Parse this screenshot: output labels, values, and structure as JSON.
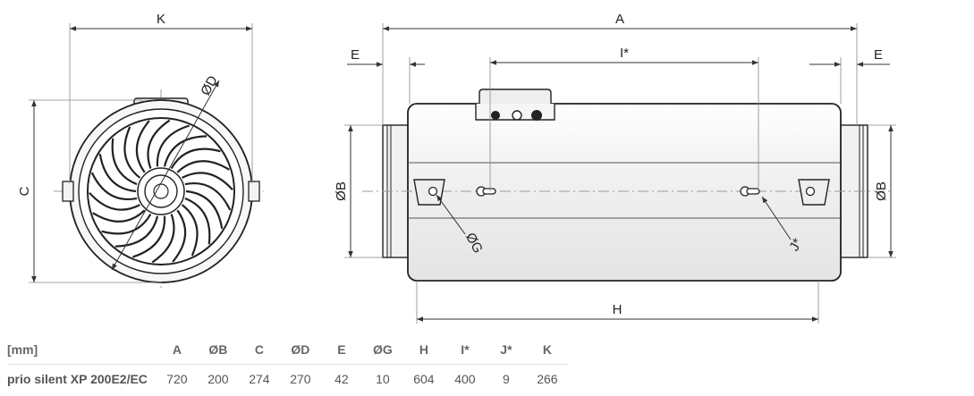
{
  "drawing": {
    "front_view": {
      "dim_width": "K",
      "dim_height": "C",
      "dim_diameter": "ØD"
    },
    "side_view": {
      "dim_total_length": "A",
      "dim_spigot_left": "E",
      "dim_spigot_right": "E",
      "dim_mount_spacing": "I*",
      "dim_diameter_left": "ØB",
      "dim_diameter_right": "ØB",
      "dim_hole": "ØG",
      "dim_slot": "J*",
      "dim_body_length": "H"
    }
  },
  "spec_table": {
    "headers": [
      "[mm]",
      "A",
      "ØB",
      "C",
      "ØD",
      "E",
      "ØG",
      "H",
      "I*",
      "J*",
      "K"
    ],
    "rows": [
      [
        "prio silent XP 200E2/EC",
        "720",
        "200",
        "274",
        "270",
        "42",
        "10",
        "604",
        "400",
        "9",
        "266"
      ]
    ]
  }
}
